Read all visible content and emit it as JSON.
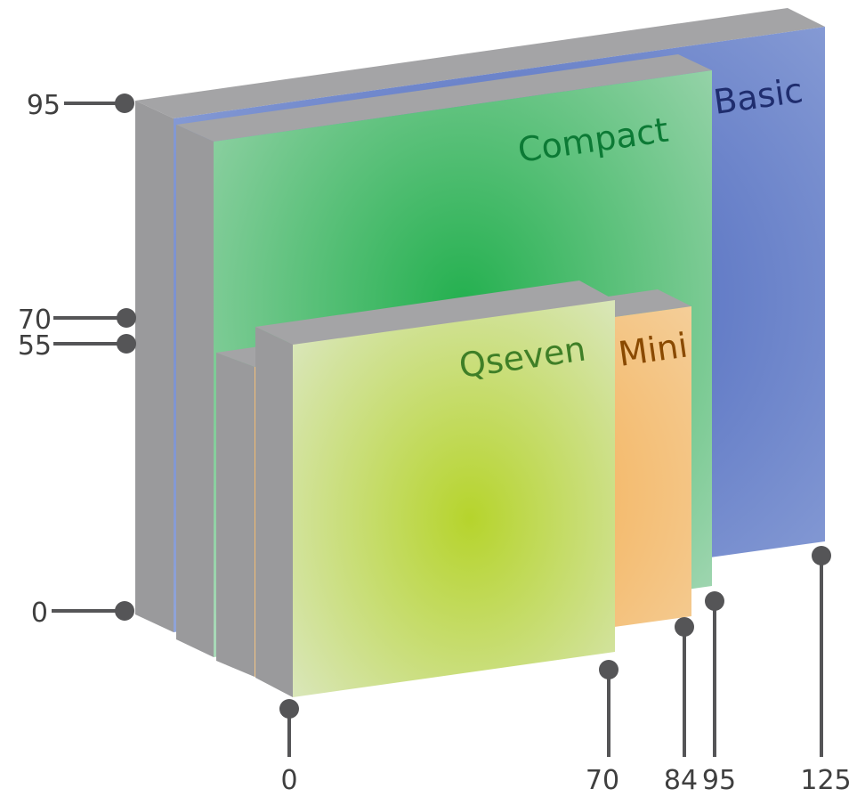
{
  "diagram": {
    "boards": [
      {
        "name": "Basic",
        "width": 125,
        "height": 95,
        "color": "#4f6fbf",
        "label_color": "#1f2d6e"
      },
      {
        "name": "Compact",
        "width": 95,
        "height": 95,
        "color": "#22b14c",
        "label_color": "#0c7a35"
      },
      {
        "name": "Mini",
        "width": 84,
        "height": 55,
        "color": "#f4a94a",
        "label_color": "#8a4a00"
      },
      {
        "name": "Qseven",
        "width": 70,
        "height": 70,
        "color": "#b5d334",
        "label_color": "#3f7f27"
      }
    ],
    "height_ticks": [
      "95",
      "70",
      "55",
      "0"
    ],
    "width_ticks": [
      "0",
      "70",
      "84",
      "95",
      "125"
    ],
    "units": ""
  }
}
